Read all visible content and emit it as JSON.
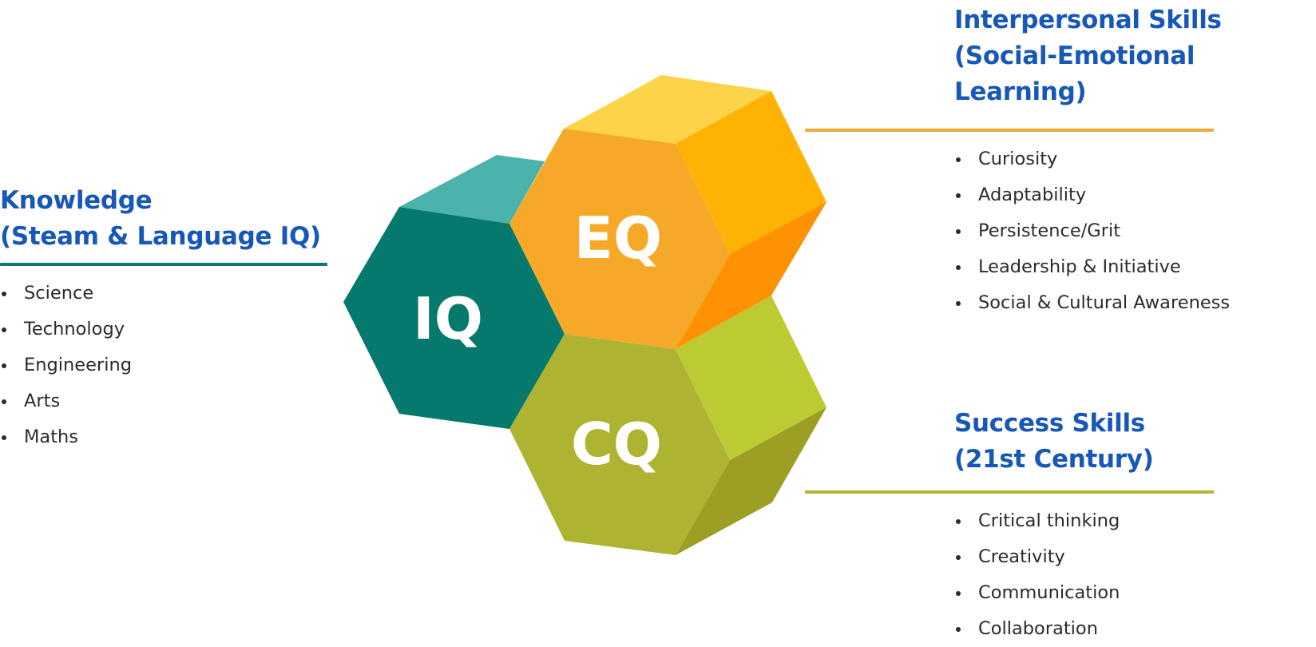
{
  "colors": {
    "heading": "#1657b8",
    "iq": {
      "front": "#04796c",
      "top": "#4bb3ac",
      "rule": "#087a6c"
    },
    "eq": {
      "front": "#f6a828",
      "top": "#fdd34a",
      "right": "#feb304",
      "bottom": "#ff9202",
      "rule": "#f2a93a"
    },
    "cq": {
      "front": "#aeb432",
      "right": "#bdcb33",
      "bottom": "#9c9f24",
      "rule": "#b3b537"
    }
  },
  "hexagons": {
    "iq": {
      "label": "IQ"
    },
    "eq": {
      "label": "EQ"
    },
    "cq": {
      "label": "CQ"
    }
  },
  "knowledge": {
    "heading_line1": "Knowledge",
    "heading_line2": "(Steam & Language IQ)",
    "items": [
      "Science",
      "Technology",
      "Engineering",
      "Arts",
      "Maths"
    ]
  },
  "interpersonal": {
    "heading_line1": "Interpersonal Skills",
    "heading_line2": "(Social-Emotional",
    "heading_line3": "Learning)",
    "items": [
      "Curiosity",
      "Adaptability",
      "Persistence/Grit",
      "Leadership & Initiative",
      "Social & Cultural Awareness"
    ]
  },
  "success": {
    "heading_line1": "Success Skills",
    "heading_line2": "(21st Century)",
    "items": [
      "Critical thinking",
      "Creativity",
      "Communication",
      "Collaboration"
    ]
  }
}
